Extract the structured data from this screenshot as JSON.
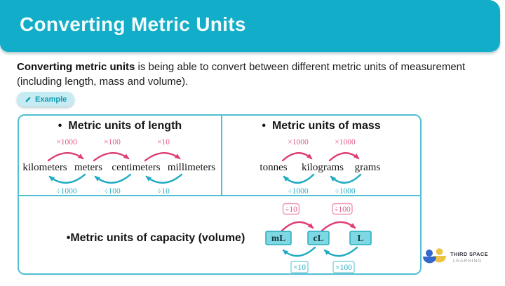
{
  "header": {
    "title": "Converting Metric Units"
  },
  "intro": {
    "bold_text": "Converting metric units",
    "rest_text": " is being able to convert between different metric units of measurement (including length, mass and volume)."
  },
  "example_badge": {
    "label": "Example"
  },
  "table": {
    "length": {
      "bullet": "•",
      "heading": "Metric units of length",
      "units": [
        "kilometers",
        "meters",
        "centimeters",
        "millimeters"
      ],
      "multiply_labels": [
        "×1000",
        "×100",
        "×10"
      ],
      "divide_labels": [
        "÷1000",
        "÷100",
        "÷10"
      ]
    },
    "mass": {
      "bullet": "•",
      "heading": "Metric units of mass",
      "units": [
        "tonnes",
        "kilograms",
        "grams"
      ],
      "multiply_labels": [
        "×1000",
        "×1000"
      ],
      "divide_labels": [
        "÷1000",
        "÷1000"
      ]
    },
    "capacity": {
      "bullet": "•",
      "heading": "Metric units of capacity (volume)",
      "units": [
        "mL",
        "cL",
        "L"
      ],
      "divide_labels": [
        "÷10",
        "÷100"
      ],
      "multiply_labels": [
        "×10",
        "×100"
      ]
    }
  },
  "logo": {
    "line1": "THIRD SPACE",
    "line2": "LEARNING"
  },
  "colors": {
    "header_teal": "#11adc9",
    "table_border": "#4fbfd2",
    "arrow_pink": "#de3d75",
    "arrow_teal": "#1fabc3",
    "unit_box_fill": "#7ed8e3",
    "unit_box_border": "#2aabc0",
    "badge_bg": "#c6ebf2",
    "badge_text": "#0c9cb6",
    "logo_blue": "#3568cd",
    "logo_yellow": "#eec43e"
  }
}
